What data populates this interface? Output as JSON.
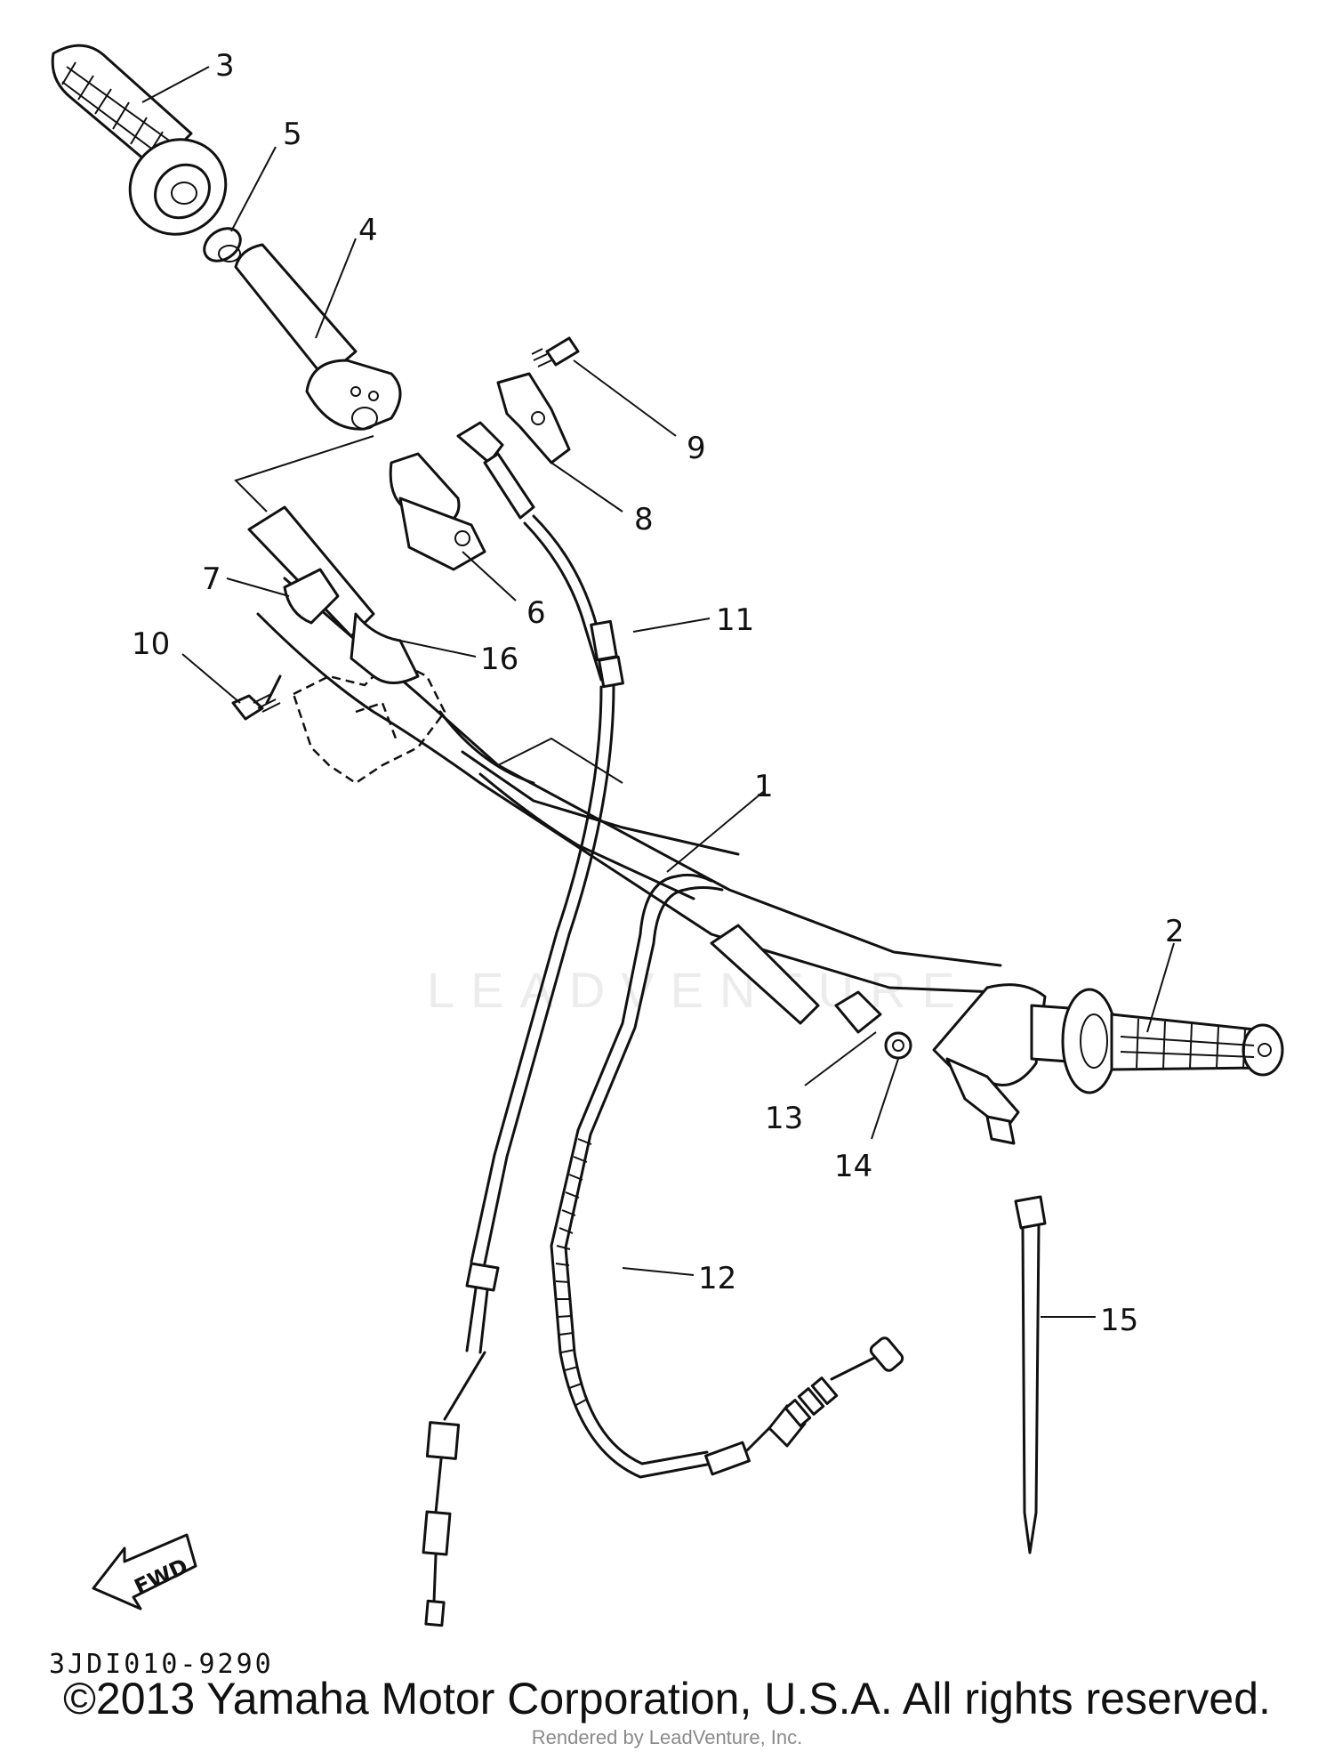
{
  "diagram": {
    "callouts": [
      "1",
      "2",
      "3",
      "4",
      "5",
      "6",
      "7",
      "8",
      "9",
      "10",
      "11",
      "12",
      "13",
      "14",
      "15",
      "16"
    ],
    "fwd_label": "FWD",
    "diagram_code": "3JDI010-9290"
  },
  "footer": {
    "copyright": "©2013 Yamaha Motor Corporation, U.S.A. All rights reserved.",
    "rendered_by": "Rendered by LeadVenture, Inc."
  },
  "watermark": "LEADVENTURE"
}
